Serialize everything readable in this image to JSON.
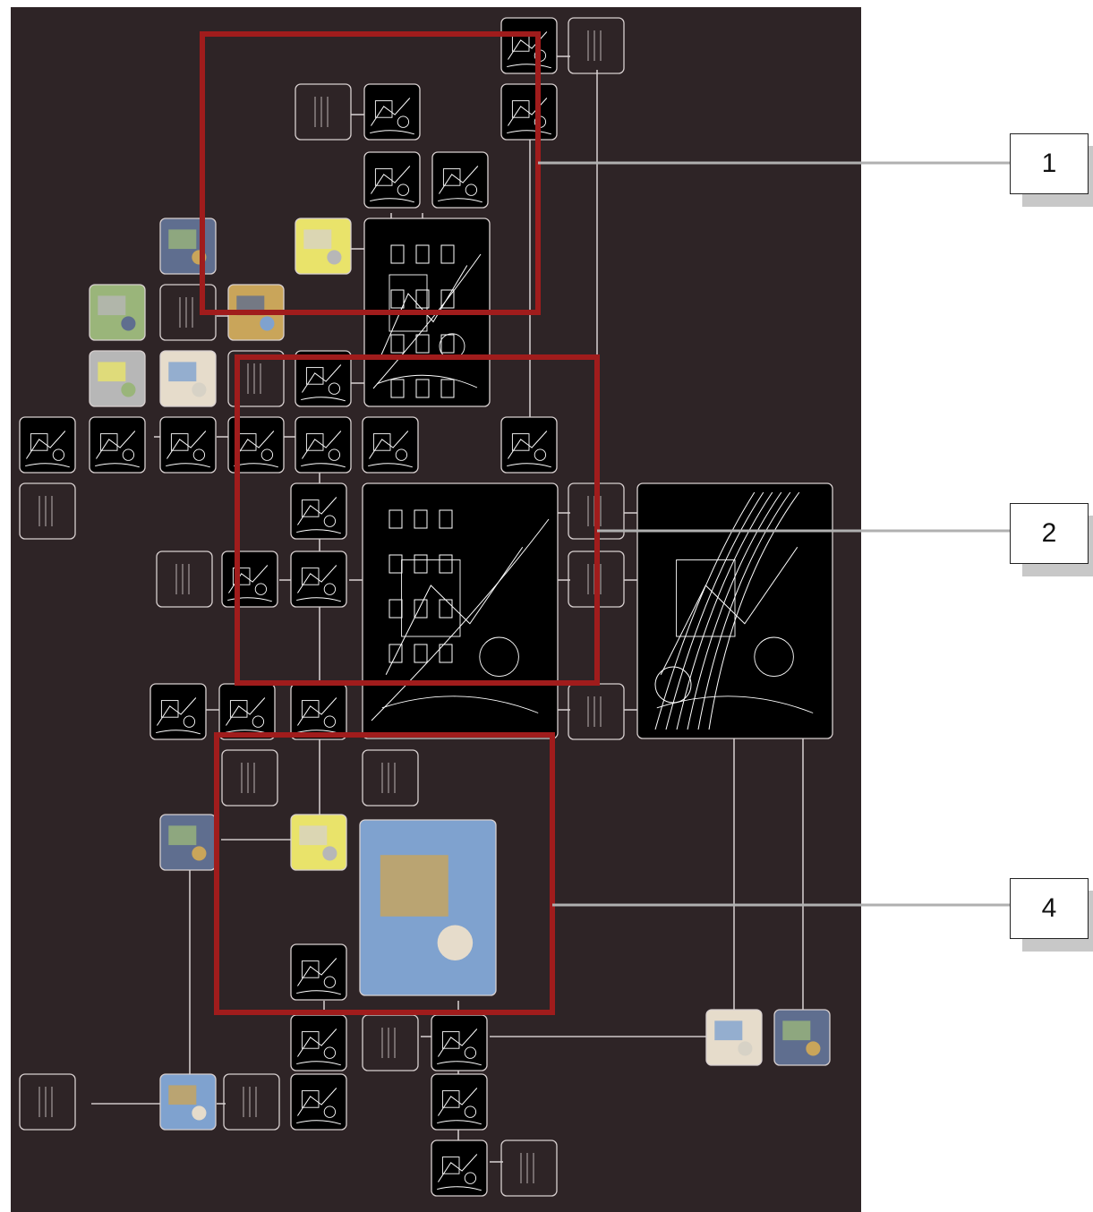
{
  "colors": {
    "board_bg": "#2e2426",
    "tile_bg": "#000000",
    "tile_border": "#d8d0d0",
    "connector": "#cfc8c8",
    "highlight_frame": "#a01c1c",
    "leader": "#b0b0b0",
    "caption_shadow": "#c8c8c8"
  },
  "callouts": [
    {
      "label": "1"
    },
    {
      "label": "2"
    },
    {
      "label": "4"
    }
  ]
}
